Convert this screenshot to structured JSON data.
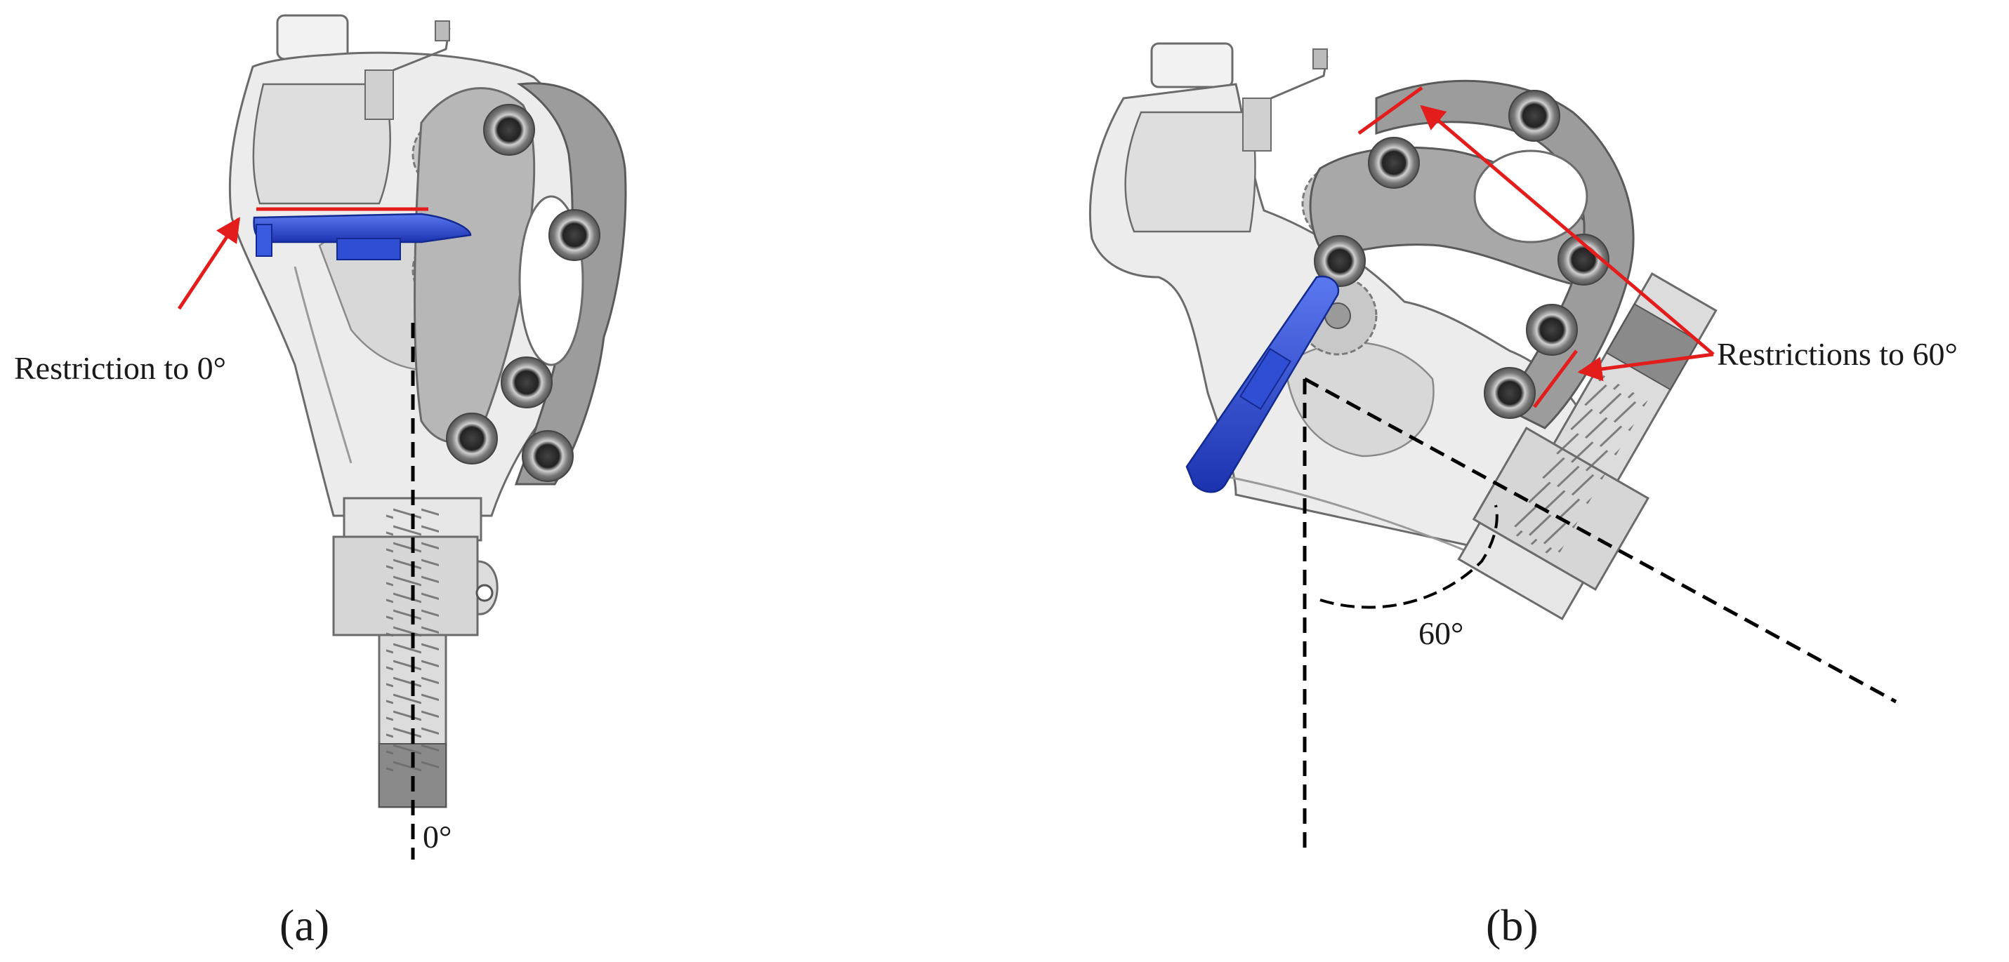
{
  "panels": [
    {
      "caption": "(a)",
      "annotation": "Restriction to 0°",
      "angle_label": "0°"
    },
    {
      "caption": "(b)",
      "annotation": "Restrictions to 60°",
      "angle_label": "60°"
    }
  ],
  "colors": {
    "stopper_blue": "#2340c8",
    "restriction_red": "#e31c1c",
    "part_light": "#ececec",
    "part_mid": "#c9c9c9",
    "part_dark": "#8e8e8e",
    "outline": "#6b6b6b"
  }
}
